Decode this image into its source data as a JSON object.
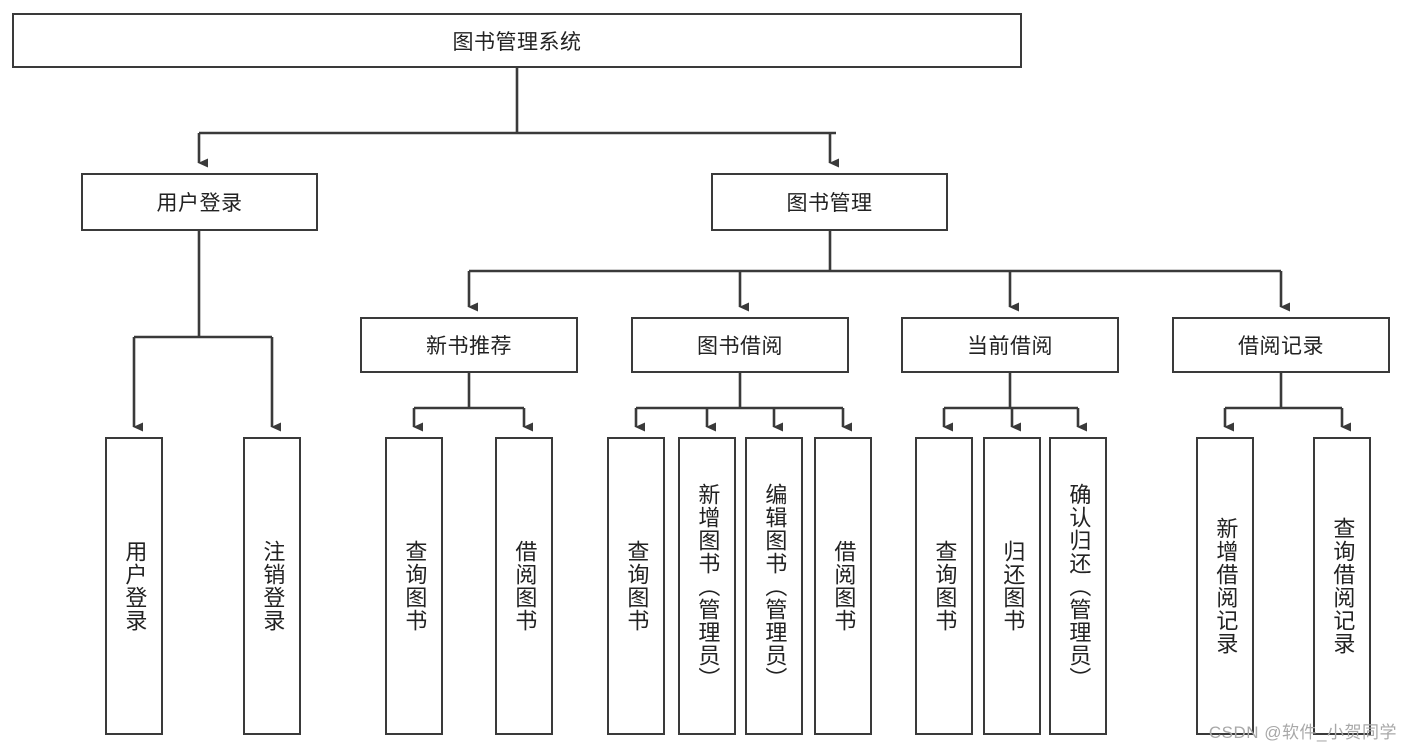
{
  "diagram": {
    "type": "tree-hierarchy-chart",
    "root": {
      "id": "root",
      "label": "图书管理系统"
    },
    "level2": [
      {
        "id": "user-login",
        "label": "用户登录"
      },
      {
        "id": "book-manage",
        "label": "图书管理"
      }
    ],
    "level3": [
      {
        "id": "new-book-recommend",
        "label": "新书推荐",
        "parent": "book-manage"
      },
      {
        "id": "book-borrow",
        "label": "图书借阅",
        "parent": "book-manage"
      },
      {
        "id": "current-borrow",
        "label": "当前借阅",
        "parent": "book-manage"
      },
      {
        "id": "borrow-record",
        "label": "借阅记录",
        "parent": "book-manage"
      }
    ],
    "leaves": {
      "user_login": [
        {
          "id": "leaf-user-login",
          "label": "用户登录"
        },
        {
          "id": "leaf-user-logout",
          "label": "注销登录"
        }
      ],
      "new_book_recommend": [
        {
          "id": "leaf-query-book-1",
          "label": "查询图书"
        },
        {
          "id": "leaf-borrow-book-1",
          "label": "借阅图书"
        }
      ],
      "book_borrow": [
        {
          "id": "leaf-query-book-2",
          "label": "查询图书"
        },
        {
          "id": "leaf-add-book",
          "label": "新增图书（管理员）"
        },
        {
          "id": "leaf-edit-book",
          "label": "编辑图书（管理员）"
        },
        {
          "id": "leaf-borrow-book-2",
          "label": "借阅图书"
        }
      ],
      "current_borrow": [
        {
          "id": "leaf-query-book-3",
          "label": "查询图书"
        },
        {
          "id": "leaf-return-book",
          "label": "归还图书"
        },
        {
          "id": "leaf-confirm-return",
          "label": "确认归还（管理员）"
        }
      ],
      "borrow_record": [
        {
          "id": "leaf-add-record",
          "label": "新增借阅记录"
        },
        {
          "id": "leaf-query-record",
          "label": "查询借阅记录"
        }
      ]
    }
  },
  "watermark": {
    "text": "CSDN @软件_小贺同学"
  },
  "colors": {
    "stroke": "#3a3a3a",
    "text": "#222222",
    "background": "#ffffff",
    "watermark": "#a8a8a8"
  }
}
